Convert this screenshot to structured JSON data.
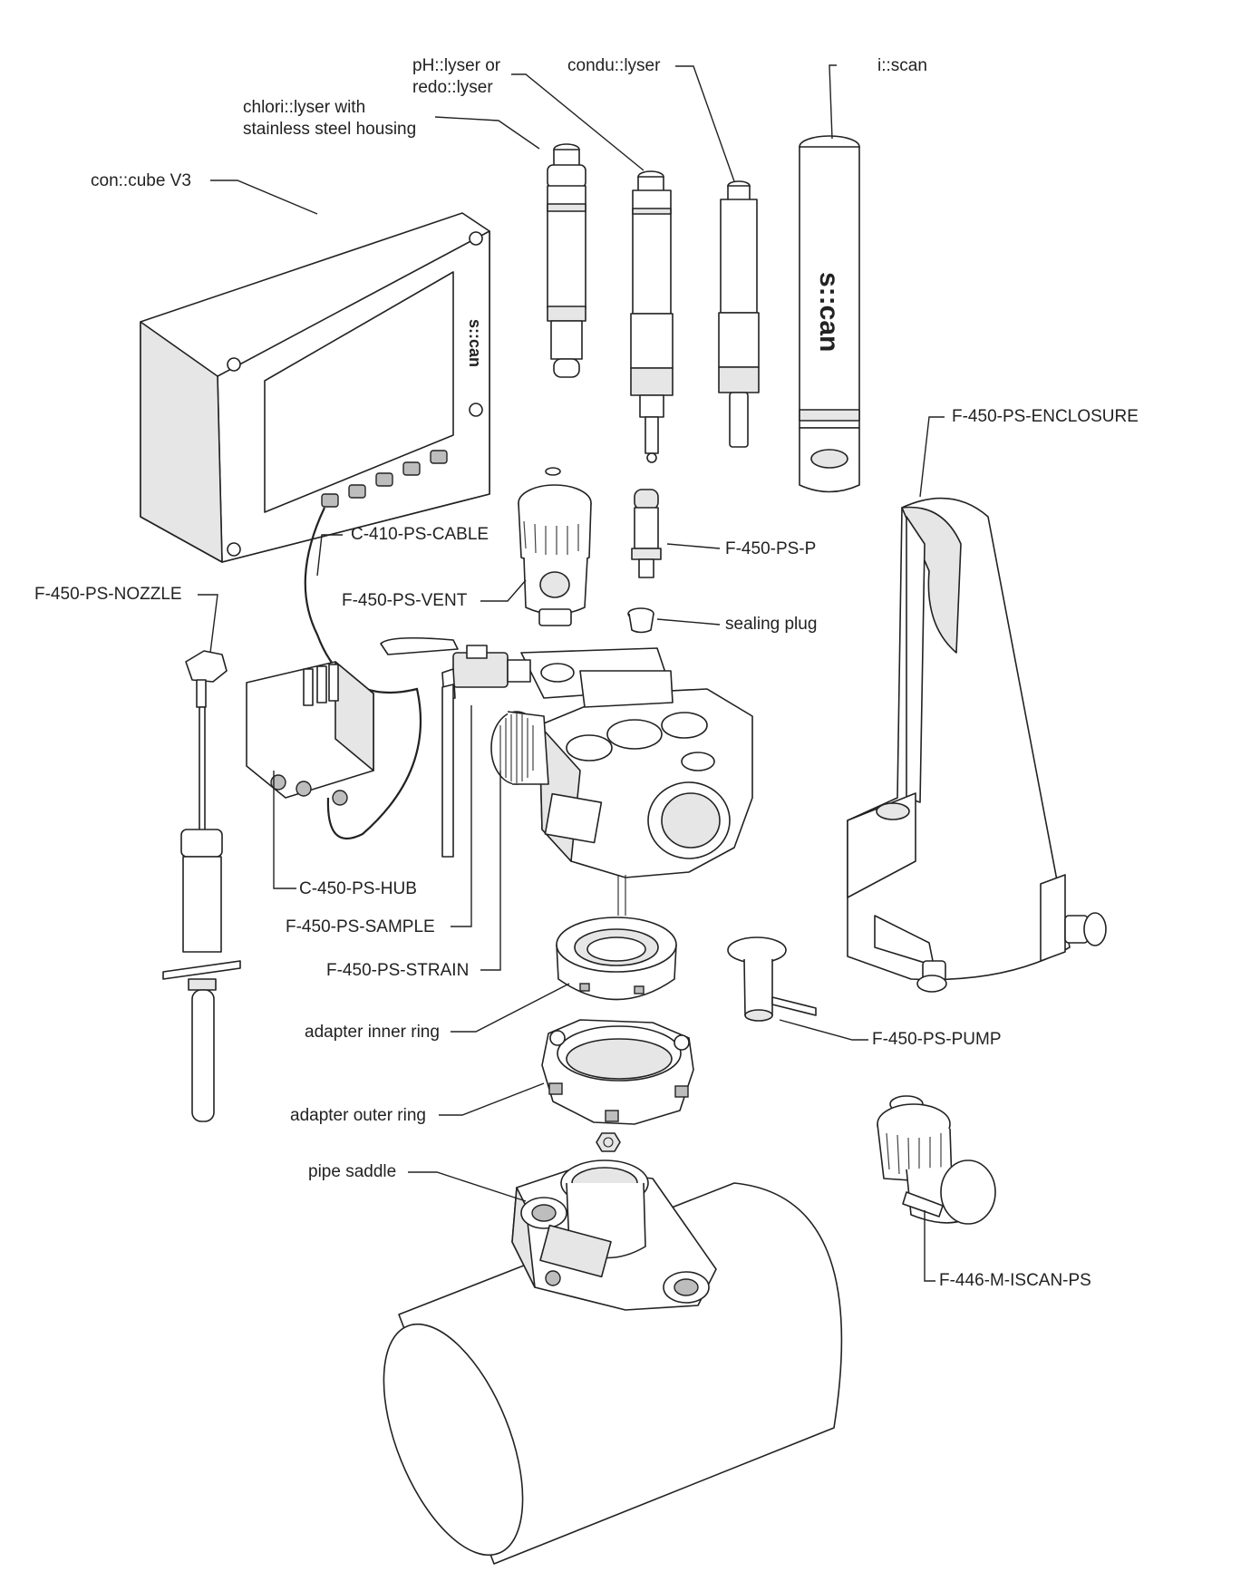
{
  "labels": {
    "concube": "con::cube V3",
    "chlorilyser_1": "chlori::lyser with",
    "chlorilyser_2": "stainless steel housing",
    "phlyser_1": "pH::lyser or",
    "phlyser_2": "redo::lyser",
    "condulyser": "condu::lyser",
    "iscan": "i::scan",
    "enclosure": "F-450-PS-ENCLOSURE",
    "cable": "C-410-PS-CABLE",
    "vent": "F-450-PS-VENT",
    "p": "F-450-PS-P",
    "sealing_plug": "sealing plug",
    "nozzle": "F-450-PS-NOZZLE",
    "hub": "C-450-PS-HUB",
    "sample": "F-450-PS-SAMPLE",
    "strain": "F-450-PS-STRAIN",
    "inner_ring": "adapter inner ring",
    "outer_ring": "adapter outer ring",
    "pump": "F-450-PS-PUMP",
    "pipe_saddle": "pipe saddle",
    "iscan_ps": "F-446-M-ISCAN-PS"
  },
  "brand": {
    "controller_logo": "s::can",
    "probe_logo": "s::can"
  }
}
